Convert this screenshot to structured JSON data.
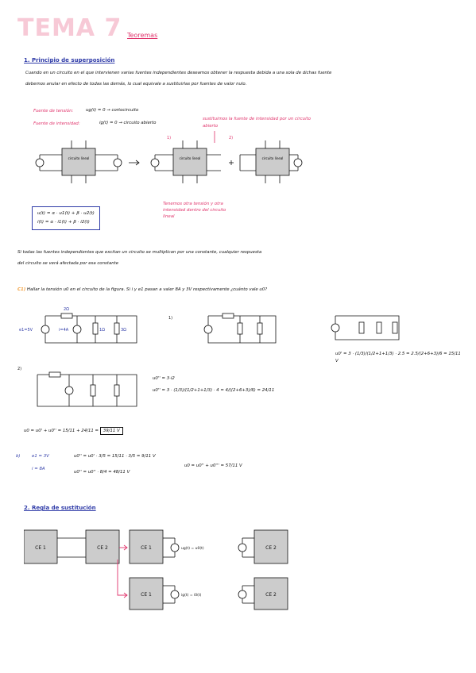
{
  "header": {
    "title": "TEMA 7",
    "subtitle": "Teoremas"
  },
  "sec1": {
    "heading": "1. Principio de superposición",
    "line1": "Cuando en un circuito en el que intervienen varias fuentes independientes deseamos obtener la respuesta debida a una sola de dichas fuente",
    "line2": "debemos anular en efecto de todas las demás, lo cual equivale a sustituirlas por fuentes de valor nulo.",
    "tension_label": "Fuente de tensión:",
    "tension_rule": "ug(t) = 0 → cortocircuito",
    "intens_label": "Fuente de intensidad:",
    "intens_rule": "ig(t) = 0 → circuito abierto",
    "note_top": "sustituimos la fuente de intensidad por un circuito abierto",
    "note_bottom": "Tenemos otra tensión y otra intensidad dentro del circuito lineal",
    "eq1": "u(t) = α · u1(t) + β · u2(t)",
    "eq2": "i(t) = α · i1(t) + β · i2(t)",
    "circuit_label": "circuito lineal",
    "n1": "1)",
    "n2": "2)",
    "p1": "Si todas las fuentes independientes que excitan un circuito se multiplican por una constante, cualquier respuesta",
    "p2": "del circuito se verá afectada por esa constante"
  },
  "exercise": {
    "number": "C1)",
    "statement": "Hallar la tensión u0 en el circuito de la figura. Si i y e1 pasan a valer 8A y 3V respectivamente ¿cuánto vale u0?",
    "e_label": "e1=5V",
    "i_label": "i=4A",
    "r_top": "2Ω",
    "r1": "1Ω",
    "r2": "3Ω",
    "part1": "1)",
    "part2": "2)",
    "calc1": "u0' = 3 · (1/3)/(1/2+1+1/3) · 2.5 = 2.5/(2+6+3)/6 = 15/11 V",
    "calc2a": "u0'' = 3·i2",
    "calc2b": "u0'' = 3 · (1/3)/(1/2+1+1/3) · 4 = 4/((2+6+3)/6) = 24/11",
    "total": "u0 = u0' + u0'' = 15/11 + 24/11 =",
    "total_result": "39/11 V",
    "b_label": "b)",
    "b_cond1": "e1 = 3V",
    "b_cond2": "i = 8A",
    "b_calc1": "u0'' = u0' · 3/5 = 15/11 · 3/5 = 9/11 V",
    "b_calc2": "u0'' = u0'' · 8/4 = 48/11 V",
    "b_result": "u0 = u0'' + u0''' = 57/11 V"
  },
  "sec2": {
    "heading": "2. Regla de sustitución",
    "ce1": "CE 1",
    "ce2": "CE 2",
    "sub1": "ug(t) = u0(t)",
    "sub2": "ig(t) = i0(t)"
  },
  "colors": {
    "accent": "#2f3ba8",
    "pink": "#e0336b",
    "title": "#f7c9d6",
    "orange": "#f29e3a",
    "box": "#cccccc"
  }
}
